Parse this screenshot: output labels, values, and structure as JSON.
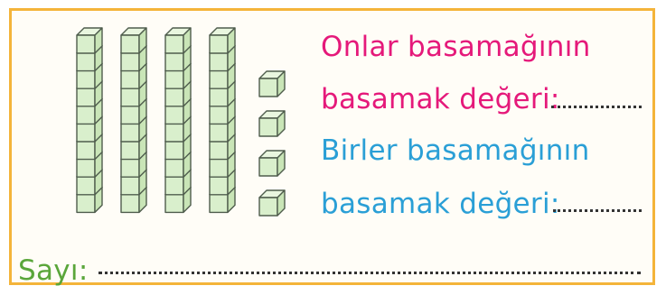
{
  "question": {
    "tens_line1": "Onlar basamağının",
    "tens_line2": "basamak değeri:",
    "ones_line1": "Birler basamağının",
    "ones_line2": "basamak değeri:",
    "number_label": "Sayı:"
  },
  "colors": {
    "tens_text": "#e5197a",
    "ones_text": "#2a9fd6",
    "number_text": "#5aa63a",
    "frame": "#f4b43a",
    "block_fill": "#d9efcc",
    "block_stroke": "#4f5d4d"
  },
  "blocks": {
    "tens_rods": 4,
    "units": 4
  }
}
